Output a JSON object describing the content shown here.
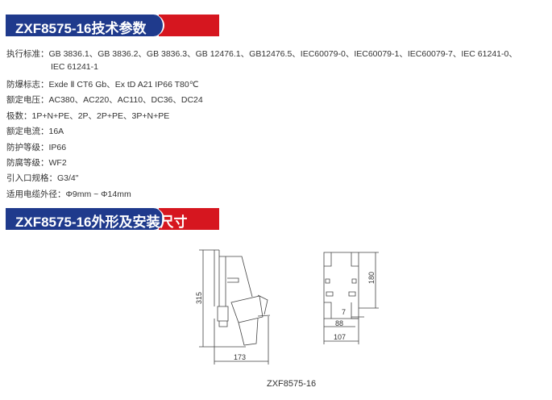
{
  "section1": {
    "title": "ZXF8575-16技术参数"
  },
  "specs": [
    {
      "label": "执行标准：",
      "value": "GB 3836.1、GB 3836.2、GB 3836.3、GB 12476.1、GB12476.5、IEC60079-0、IEC60079-1、IEC60079-7、IEC 61241-0、",
      "cont": "IEC 61241-1"
    },
    {
      "label": "防爆标志：",
      "value": "Exde Ⅱ CT6 Gb、Ex tD A21 IP66 T80℃"
    },
    {
      "label": "额定电压：",
      "value": "AC380、AC220、AC110、DC36、DC24"
    },
    {
      "label": "极数：",
      "value": "1P+N+PE、2P、2P+PE、3P+N+PE"
    },
    {
      "label": "额定电流：",
      "value": "16A"
    },
    {
      "label": "防护等级：",
      "value": "IP66"
    },
    {
      "label": "防腐等级：",
      "value": "WF2"
    },
    {
      "label": "引入口规格：",
      "value": "G3/4\""
    },
    {
      "label": "适用电缆外径：",
      "value": "Φ9mm ~ Φ14mm"
    }
  ],
  "section2": {
    "title": "ZXF8575-16外形及安装尺寸"
  },
  "drawing": {
    "dim_height": "315",
    "dim_depth": "173",
    "dim_mount": "180",
    "dim_hole": "7",
    "dim_inner": "88",
    "dim_width": "107",
    "caption": "ZXF8575-16"
  }
}
